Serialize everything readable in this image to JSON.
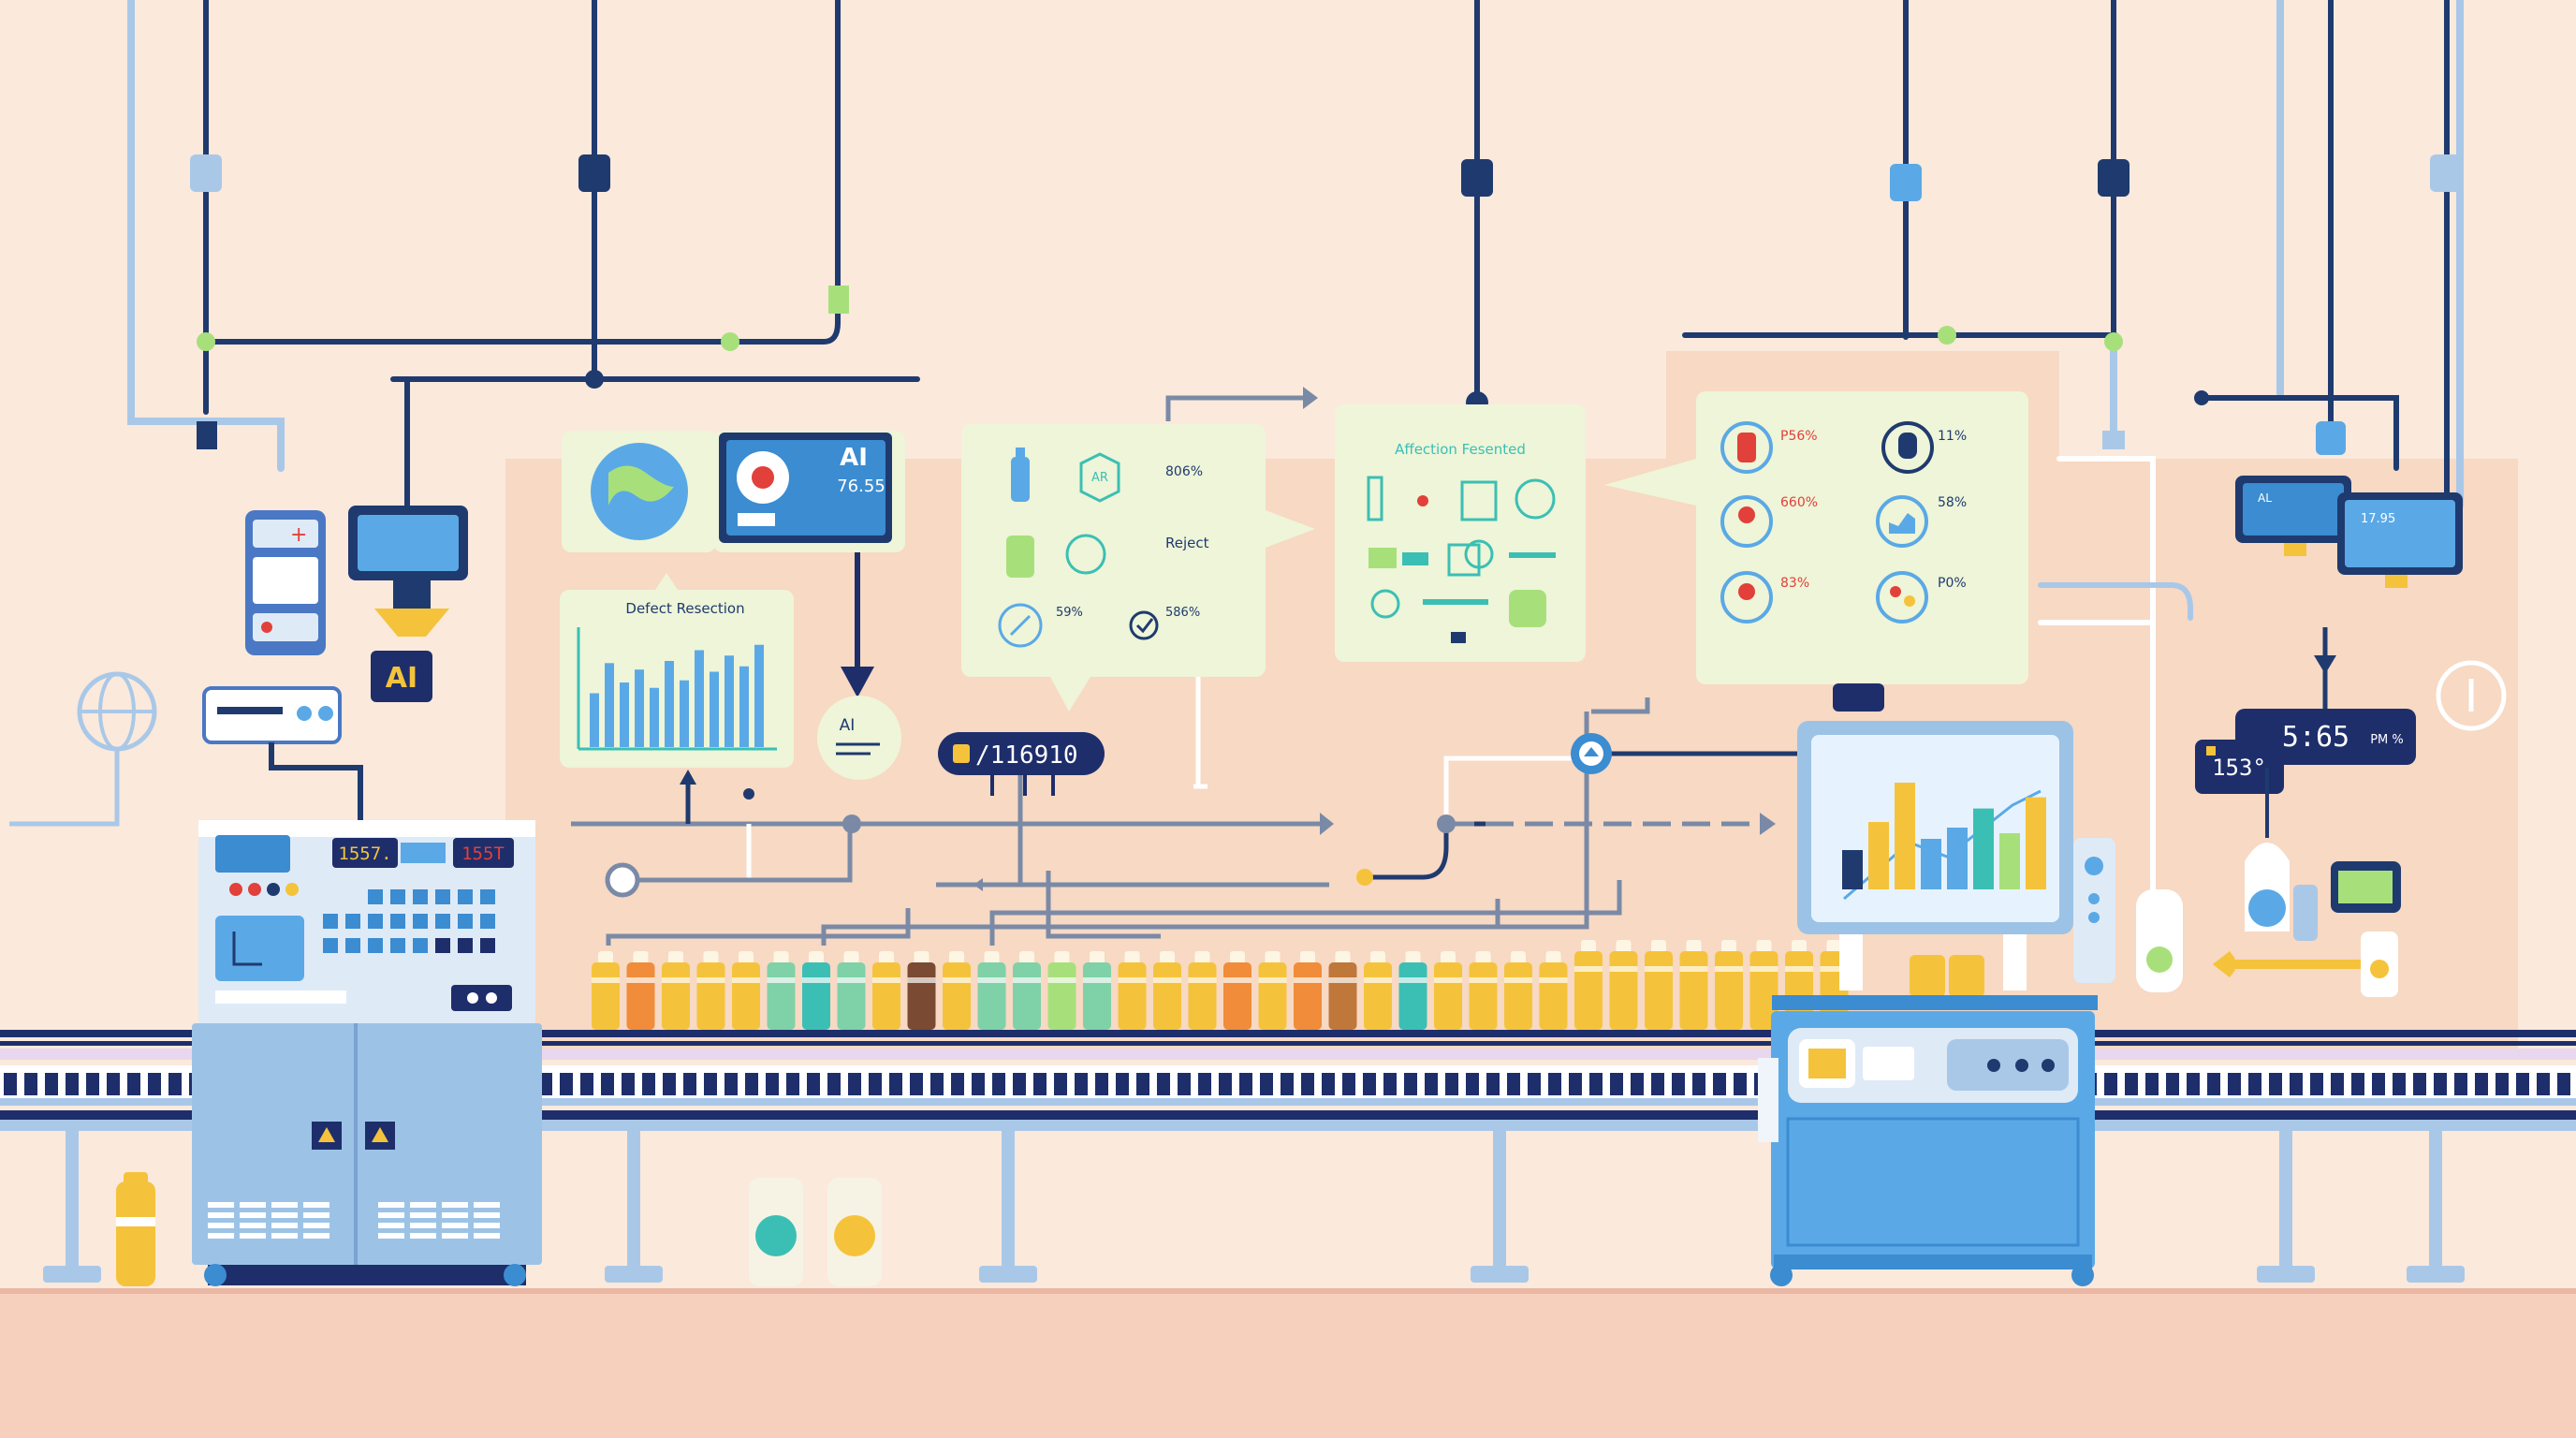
{
  "colors": {
    "background": "#fbe9dc",
    "backdrop": "#f7d9c4",
    "panel": "#eef5d8",
    "pipe_dark": "#1f3a6e",
    "pipe_light": "#a9c8e8",
    "conveyor": "#1e2e6b",
    "machine_blue": "#9cc3e6",
    "accent_yellow": "#f5c33b",
    "accent_teal": "#3bbfb4",
    "alert_red": "#e2403a"
  },
  "labels": {
    "ai_tag": "AI",
    "ai_screen_tag": "AI",
    "ai_screen_value": "76.55",
    "defect_panel_title": "Defect Resection",
    "ai_badge": "AI",
    "counter": "/116910",
    "inspection_panel": {
      "items": [
        {
          "icon": "bottle-icon",
          "code": "AR",
          "value": "806%"
        },
        {
          "icon": "jar-icon",
          "code": "",
          "value": "Reject"
        },
        {
          "icon": "gauge-icon",
          "code": "",
          "value": "59%"
        },
        {
          "icon": "check-icon",
          "code": "",
          "value": "586%"
        }
      ]
    },
    "affection_panel_title": "Affection Fesented",
    "stats_panel": {
      "left": [
        {
          "value": "P56%",
          "color": "#e2403a"
        },
        {
          "value": "660%",
          "color": "#e2403a"
        },
        {
          "value": "83%",
          "color": "#e2403a"
        }
      ],
      "right": [
        {
          "value": "11%",
          "color": "#1f3a6e"
        },
        {
          "value": "58%",
          "color": "#1f3a6e"
        },
        {
          "value": "P0%",
          "color": "#1f3a6e"
        }
      ]
    },
    "machine_display_left": "1557.",
    "machine_display_right": "155T",
    "small_screen_1": "AL",
    "small_screen_2": "17.95",
    "clock_display": "5:65",
    "clock_suffix": "PM %",
    "small_display": "153°"
  },
  "inspection_chart": {
    "values": [
      0.35,
      0.6,
      0.95,
      0.45,
      0.55,
      0.72,
      0.5,
      0.82
    ],
    "colors": [
      "#1f3a6e",
      "#f5c33b",
      "#f5c33b",
      "#5aa9e6",
      "#5aa9e6",
      "#3bbfb4",
      "#a7e07b",
      "#f5c33b"
    ]
  },
  "defect_chart": {
    "values": [
      0.5,
      0.78,
      0.6,
      0.72,
      0.55,
      0.8,
      0.62,
      0.9,
      0.7,
      0.85,
      0.75,
      0.95
    ]
  },
  "bottles": {
    "colors": [
      "#f5c33b",
      "#f08c3a",
      "#f5c33b",
      "#f5c33b",
      "#f5c33b",
      "#7fd1a8",
      "#3bbfb4",
      "#7fd1a8",
      "#f5c33b",
      "#7a4a32",
      "#f5c33b",
      "#7fd1a8",
      "#7fd1a8",
      "#a7e07b",
      "#7fd1a8",
      "#f5c33b",
      "#f5c33b",
      "#f5c33b",
      "#f08c3a",
      "#f5c33b",
      "#f08c3a",
      "#c0773a",
      "#f5c33b",
      "#3bbfb4",
      "#f5c33b",
      "#f5c33b",
      "#f5c33b",
      "#f5c33b",
      "#f5c33b",
      "#f5c33b",
      "#f5c33b",
      "#f5c33b",
      "#f5c33b",
      "#f5c33b",
      "#f5c33b",
      "#f5c33b"
    ]
  }
}
